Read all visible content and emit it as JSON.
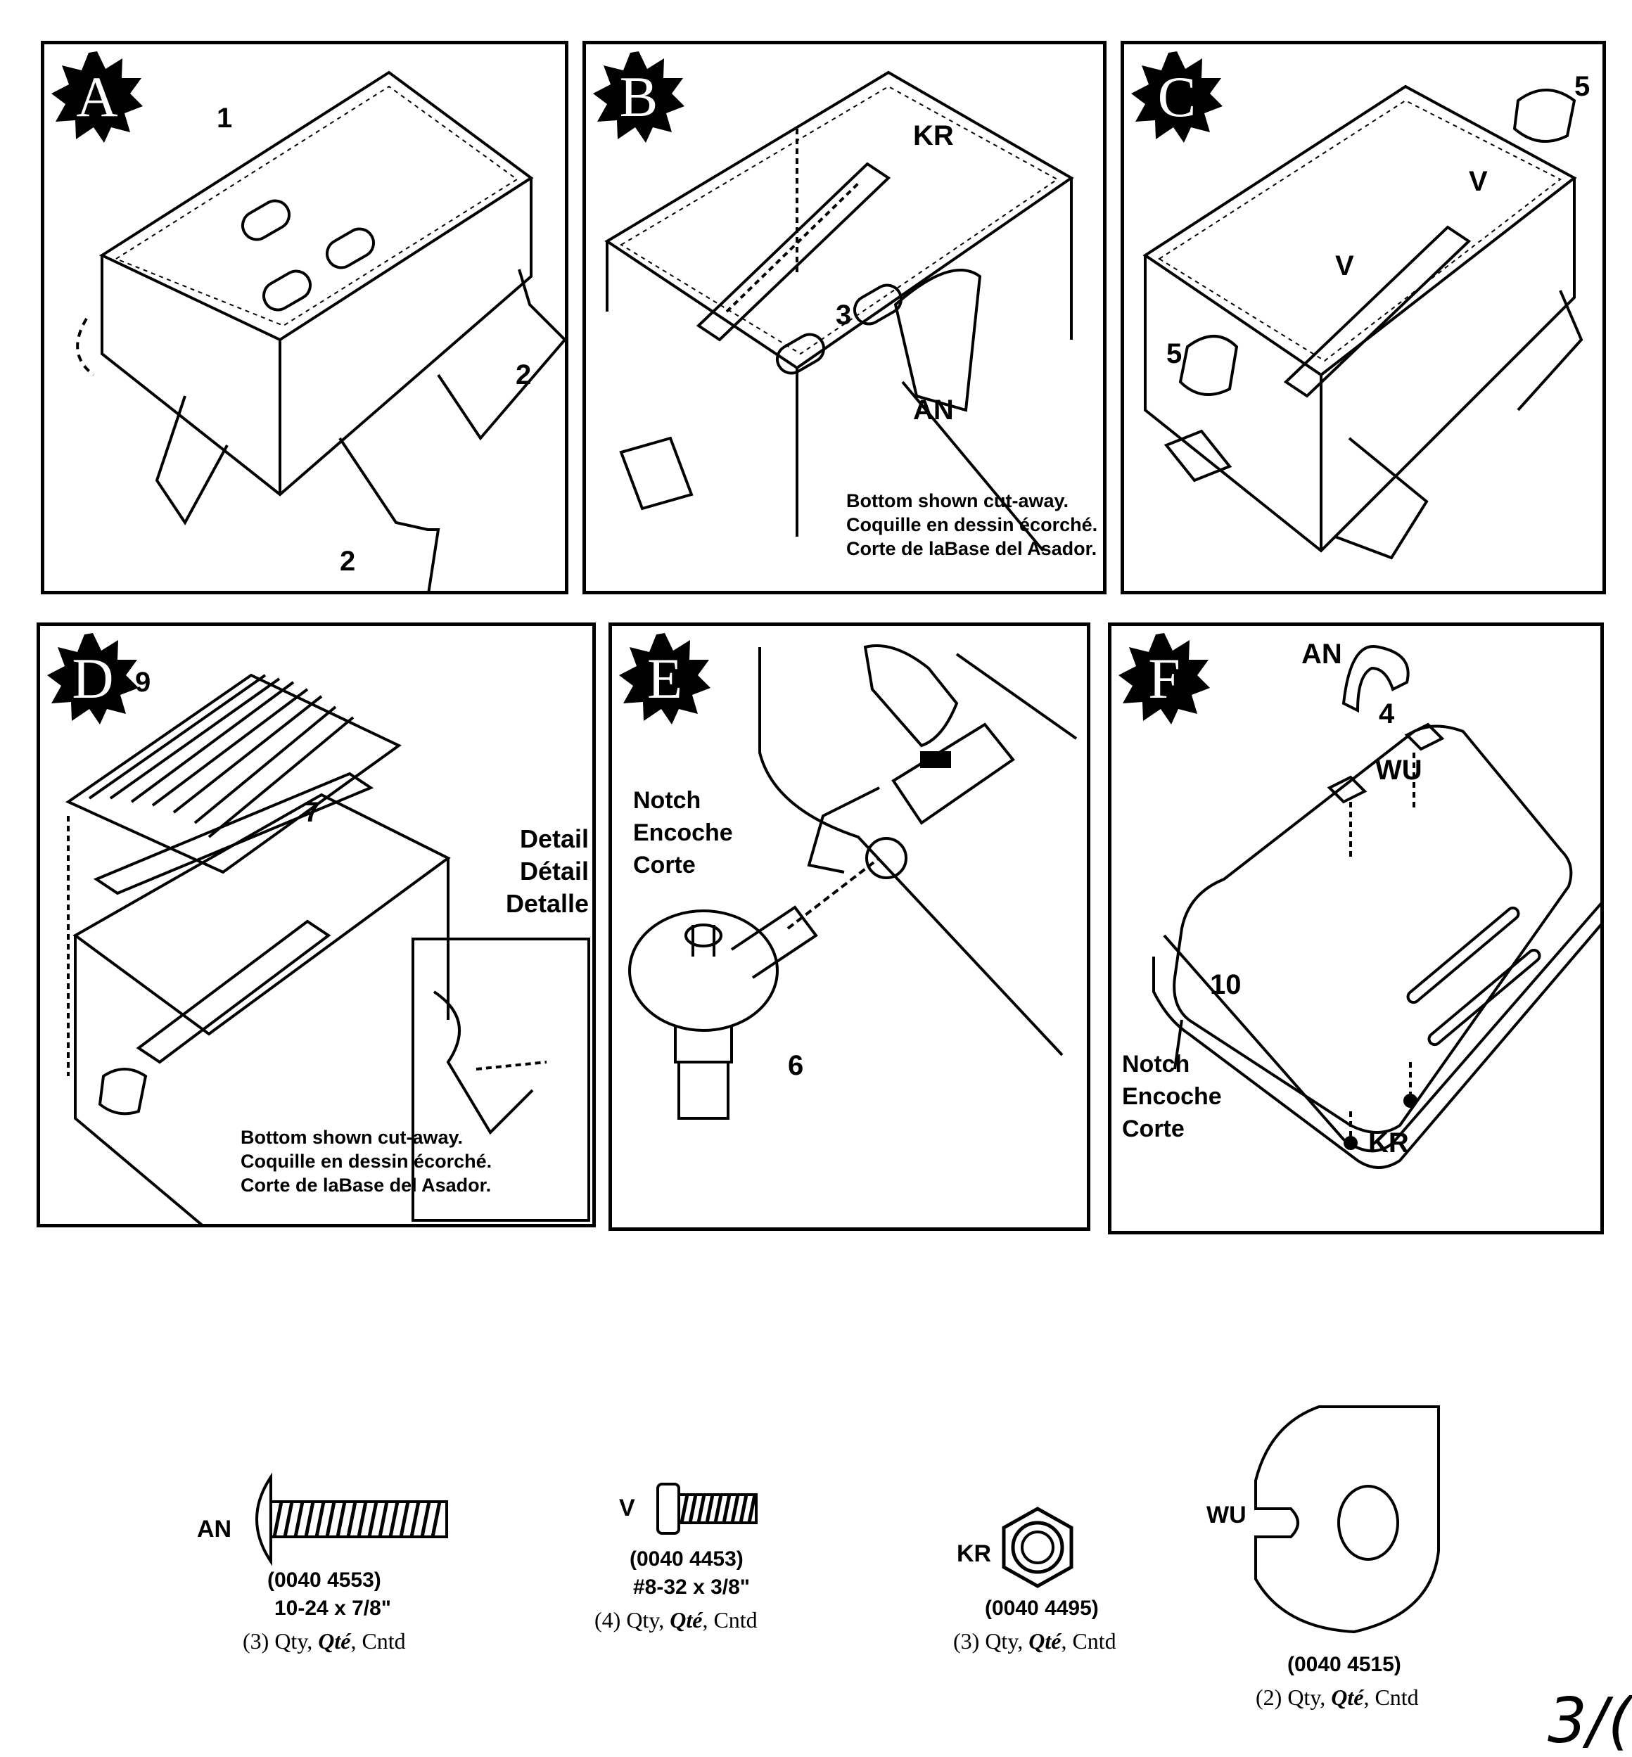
{
  "panels": [
    {
      "letter": "A",
      "labels": [
        "1",
        "2",
        "2"
      ]
    },
    {
      "letter": "B",
      "labels": [
        "KR",
        "3",
        "AN"
      ],
      "caption": [
        "Bottom shown cut-away.",
        "Coquille en dessin écorché.",
        "Corte de laBase del Asador."
      ]
    },
    {
      "letter": "C",
      "labels": [
        "5",
        "V",
        "V",
        "5"
      ]
    },
    {
      "letter": "D",
      "labels": [
        "9",
        "7"
      ],
      "detail": [
        "Detail",
        "Détail",
        "Detalle"
      ],
      "caption": [
        "Bottom shown cut-away.",
        "Coquille en dessin écorché.",
        "Corte de laBase del Asador."
      ]
    },
    {
      "letter": "E",
      "labels": [
        "6"
      ],
      "notch": [
        "Notch",
        "Encoche",
        "Corte"
      ]
    },
    {
      "letter": "F",
      "labels": [
        "AN",
        "4",
        "WU",
        "10",
        "KR"
      ],
      "notch": [
        "Notch",
        "Encoche",
        "Corte"
      ]
    }
  ],
  "hardware": [
    {
      "tag": "AN",
      "part": "(0040 4553)",
      "size": "10-24 x 7/8\"",
      "qty_pre": "(3) Qty, ",
      "qty_it": "Qté",
      "qty_post": ", Cntd",
      "icon": "bolt-icon"
    },
    {
      "tag": "V",
      "part": "(0040 4453)",
      "size": "#8-32 x 3/8\"",
      "qty_pre": "(4) Qty, ",
      "qty_it": "Qté",
      "qty_post": ", Cntd",
      "icon": "screw-icon"
    },
    {
      "tag": "KR",
      "part": "(0040 4495)",
      "size": "",
      "qty_pre": "(3) Qty, ",
      "qty_it": "Qté",
      "qty_post": ", Cntd",
      "icon": "nut-icon"
    },
    {
      "tag": "WU",
      "part": "(0040 4515)",
      "size": "",
      "qty_pre": "(2) Qty, ",
      "qty_it": "Qté",
      "qty_post": ", Cntd",
      "icon": "washer-icon"
    }
  ],
  "page_number": "3/("
}
